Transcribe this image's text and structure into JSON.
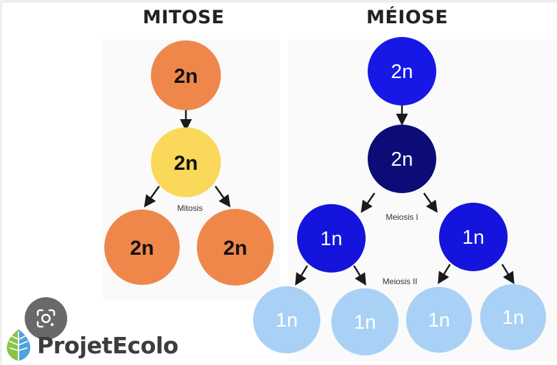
{
  "headings": {
    "mitosis": "MITOSE",
    "meiosis": "MÉIOSE"
  },
  "mitosis": {
    "parent_cell": "2n",
    "replicated_cell": "2n",
    "stage_label": "Mitosis",
    "daughter_left": "2n",
    "daughter_right": "2n"
  },
  "meiosis": {
    "parent_cell": "2n",
    "replicated_cell": "2n",
    "stage1_label": "Meiosis I",
    "stage2_label": "Meiosis II",
    "meiosis1_left": "1n",
    "meiosis1_right": "1n",
    "gametes": [
      "1n",
      "1n",
      "1n",
      "1n"
    ]
  },
  "colors": {
    "mitosis_parent": "#F0874A",
    "mitosis_replicated": "#FAD85A",
    "mitosis_daughter": "#F0874A",
    "meiosis_parent": "#1818E6",
    "meiosis_replicated": "#0C0C78",
    "meiosis_1n": "#1414DC",
    "meiosis_gamete": "#A9D1F5",
    "arrow": "#1a1a1a"
  },
  "overlay": {
    "lens_icon": "google-lens-icon"
  },
  "logo": {
    "text": "ProjetEcolo",
    "icon": "leaf-icon"
  }
}
